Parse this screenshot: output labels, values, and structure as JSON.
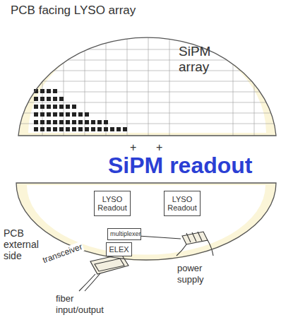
{
  "diagram": {
    "nodes": [
      {
        "text": [
          "PCB facing LYSO array",
          "SiPM array"
        ]
      },
      {
        "text": [
          "PCB external side"
        ]
      },
      {
        "text": [
          "LYSO Readout"
        ],
        "in": 1
      },
      {
        "text": [
          "LYSO Readout"
        ],
        "in": 1
      },
      {
        "text": [
          "multiplexer"
        ],
        "in": 1
      },
      {
        "text": [
          "ELEX"
        ],
        "in": 1
      }
    ],
    "labels": [
      "+",
      "+",
      "SiPM readout",
      "transceiver",
      "power supply",
      "fiber input/output"
    ]
  }
}
